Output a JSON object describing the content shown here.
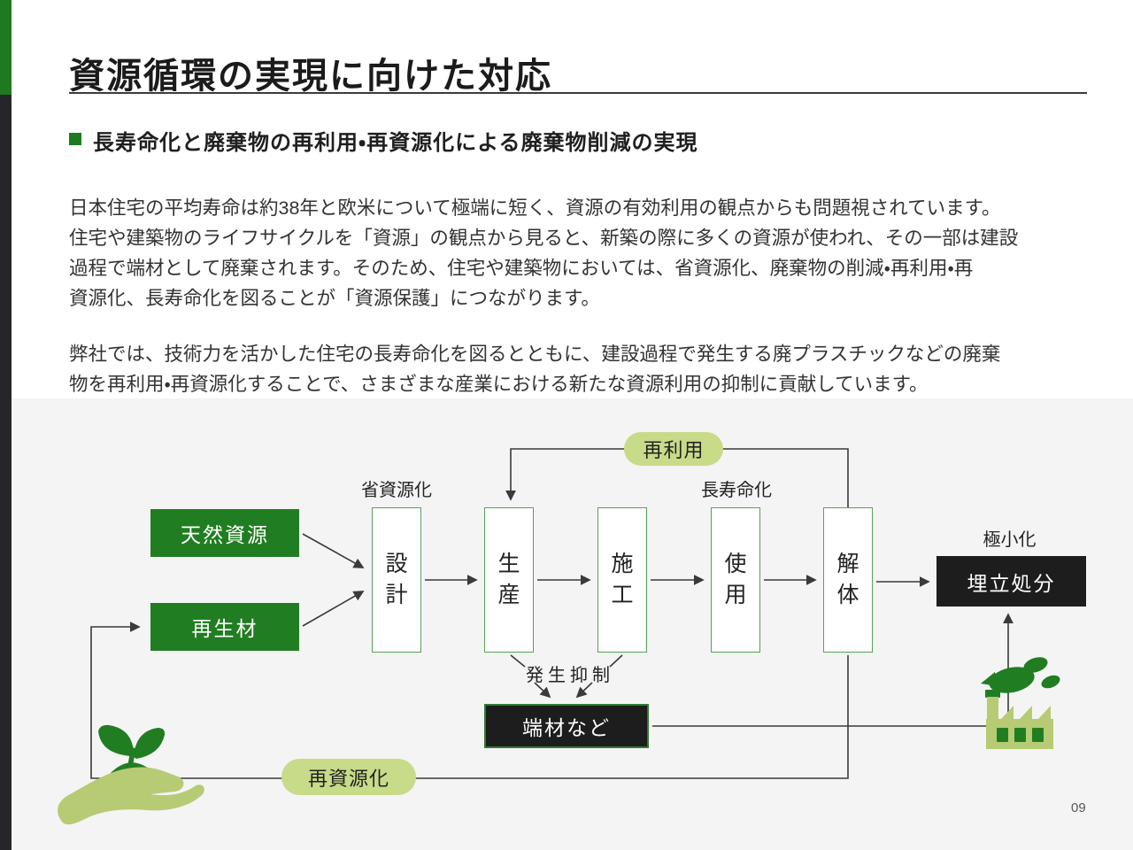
{
  "page": {
    "number": "09"
  },
  "colors": {
    "primary_green": "#217d21",
    "sidebar_green": "#1e7a1e",
    "sidebar_dark": "#26262a",
    "light_green_pill": "#c7db88",
    "olive_icon": "#b7cb74",
    "box_border_green": "#55a157",
    "offcuts_border": "#2e7d32",
    "black_box": "#1d1d1d",
    "line": "#3a3a3a",
    "section_bg": "#f4f4f5"
  },
  "header": {
    "title": "資源循環の実現に向けた対応"
  },
  "section": {
    "heading": "長寿命化と廃棄物の再利用・再資源化による廃棄物削減の実現"
  },
  "paragraphs": [
    [
      "日本住宅の平均寿命は約38年と欧米について極端に短く、資源の有効利用の観点からも問題視されています。",
      "住宅や建築物のライフサイクルを「資源」の観点から見ると、新築の際に多くの資源が使われ、その一部は建設",
      "過程で端材として廃棄されます。そのため、住宅や建築物においては、省資源化、廃棄物の削減・再利用・再",
      "資源化、長寿命化を図ることが「資源保護」につながります。"
    ],
    [
      "弊社では、技術力を活かした住宅の長寿命化を図るとともに、建設過程で発生する廃プラスチックなどの廃棄",
      "物を再利用・再資源化することで、さまざまな産業における新たな資源利用の抑制に貢献しています。"
    ]
  ],
  "diagram": {
    "inputs": [
      {
        "label": "天然資源"
      },
      {
        "label": "再生材"
      }
    ],
    "stages": [
      {
        "label": "設計"
      },
      {
        "label": "生産"
      },
      {
        "label": "施工"
      },
      {
        "label": "使用"
      },
      {
        "label": "解体"
      }
    ],
    "labels": {
      "resource_saving": "省資源化",
      "long_life": "長寿命化",
      "minimization": "極小化",
      "generation_suppression": "発生抑制"
    },
    "reuse_label": "再利用",
    "recycle_label": "再資源化",
    "landfill_label": "埋立処分",
    "offcuts_label": "端材など",
    "icons": {
      "hand_sprout": "hand-sprout-icon",
      "eco_factory": "factory-with-bird-icon"
    }
  }
}
